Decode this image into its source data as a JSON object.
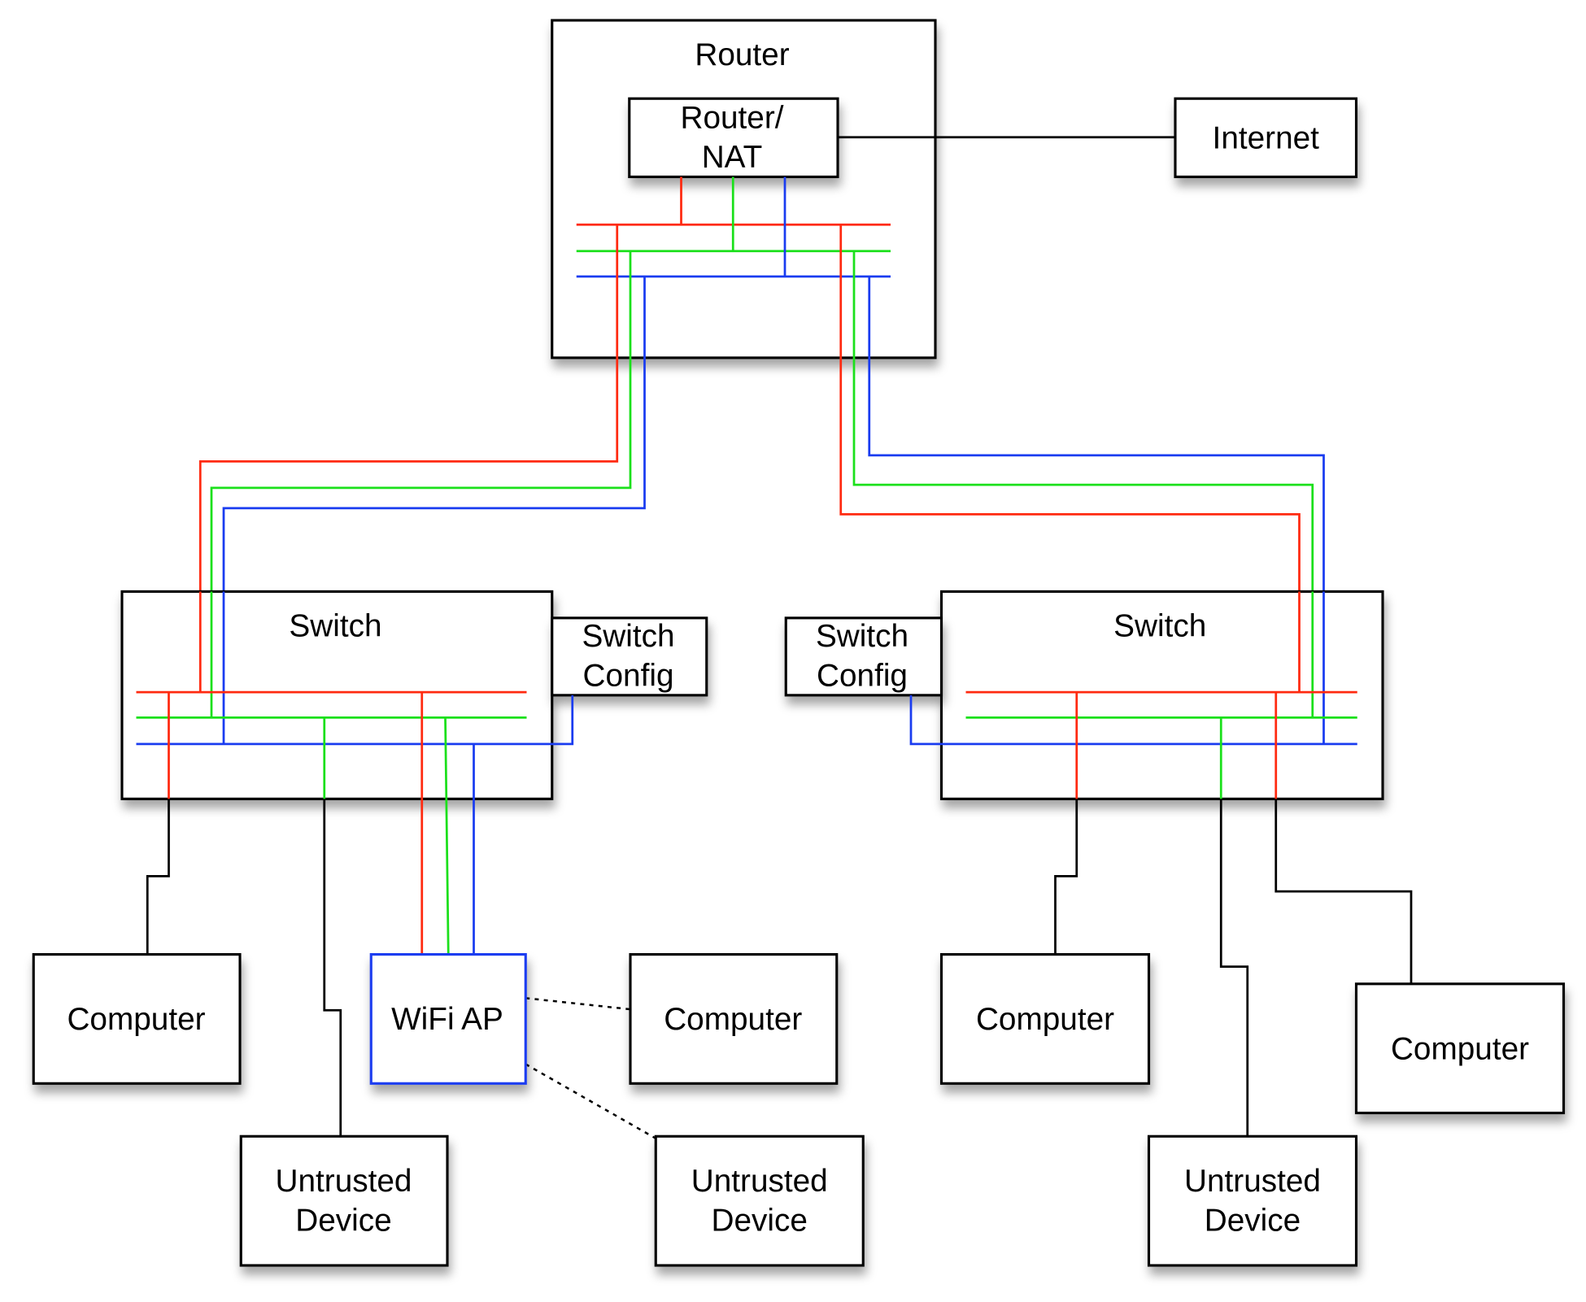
{
  "colors": {
    "vlan_red": "#ff2a10",
    "vlan_green": "#1be01b",
    "vlan_blue": "#1a3cf0",
    "link": "#000000"
  },
  "router": {
    "label": "Router",
    "nat": [
      "Router/",
      "NAT"
    ]
  },
  "internet": {
    "label": "Internet"
  },
  "left_switch": {
    "label": "Switch",
    "config": [
      "Switch",
      "Config"
    ]
  },
  "right_switch": {
    "label": "Switch",
    "config": [
      "Switch",
      "Config"
    ]
  },
  "wifi": {
    "label": "WiFi AP"
  },
  "devices": {
    "computer": "Computer",
    "untrusted": [
      "Untrusted",
      "Device"
    ]
  }
}
